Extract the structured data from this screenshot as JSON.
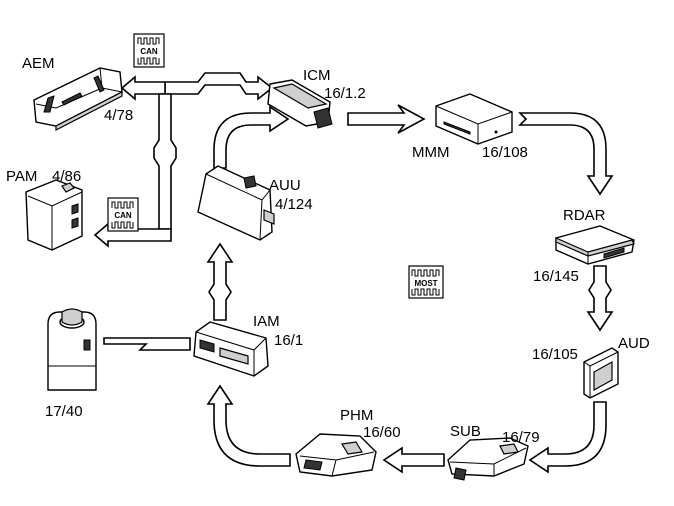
{
  "components": {
    "aem": {
      "name": "AEM",
      "code": "4/78"
    },
    "pam": {
      "name": "PAM",
      "code": "4/86"
    },
    "icm": {
      "name": "ICM",
      "code": "16/1.2"
    },
    "mmm": {
      "name": "MMM",
      "code": "16/108"
    },
    "auu": {
      "name": "AUU",
      "code": "4/124"
    },
    "rdar": {
      "name": "RDAR",
      "code": "16/145"
    },
    "iam": {
      "name": "IAM",
      "code": "16/1"
    },
    "aud": {
      "name": "AUD",
      "code": "16/105"
    },
    "phm": {
      "name": "PHM",
      "code": "16/60"
    },
    "sub": {
      "name": "SUB",
      "code": "16/79"
    },
    "unit": {
      "code": "17/40"
    }
  },
  "badges": {
    "can_top": "CAN",
    "can_bottom": "CAN",
    "most": "MOST"
  },
  "icons": {
    "can_top": "can-bus-icon",
    "can_bottom": "can-bus-icon",
    "most": "most-bus-icon"
  }
}
